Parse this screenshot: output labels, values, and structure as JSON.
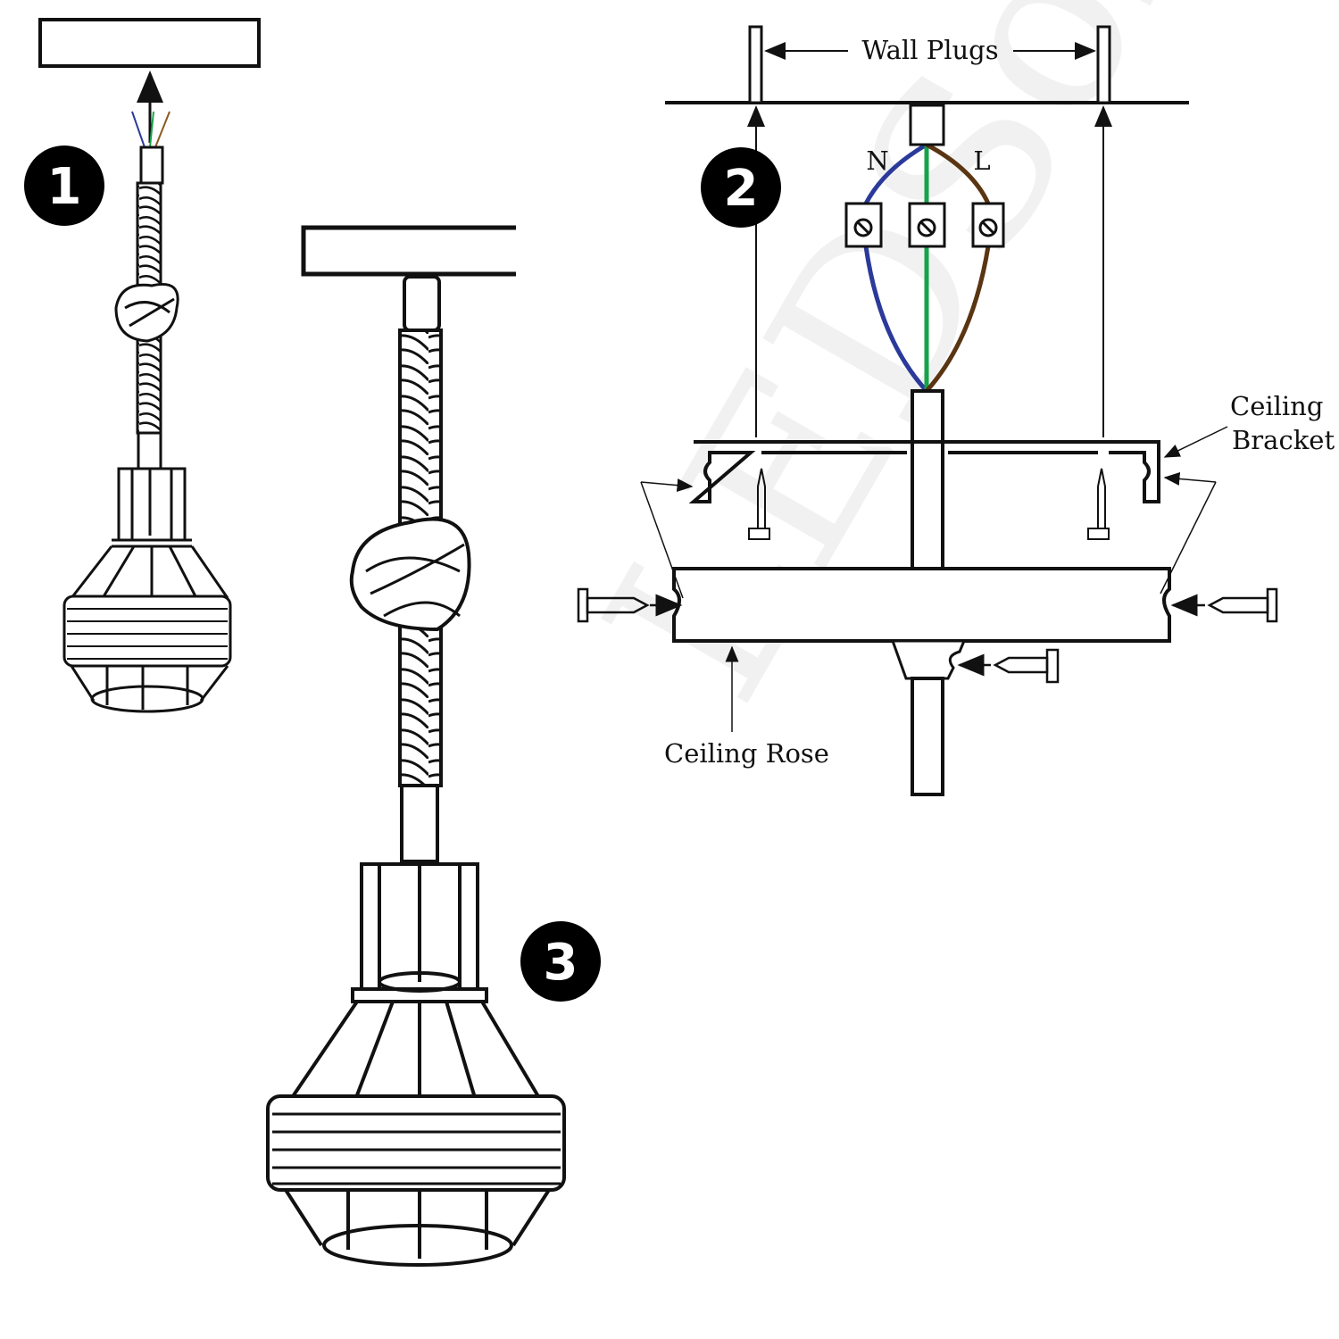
{
  "steps": [
    "1",
    "2",
    "3"
  ],
  "labels": {
    "wall_plugs": "Wall Plugs",
    "neutral": "N",
    "live": "L",
    "ceiling_bracket_line1": "Ceiling",
    "ceiling_bracket_line2": "Bracket",
    "ceiling_rose": "Ceiling Rose"
  },
  "watermark": "LEDSone",
  "colors": {
    "neutral_wire": "#2b3a9a",
    "earth_wire": "#16a34a",
    "live_wire": "#5a3512",
    "outline": "#111111"
  }
}
